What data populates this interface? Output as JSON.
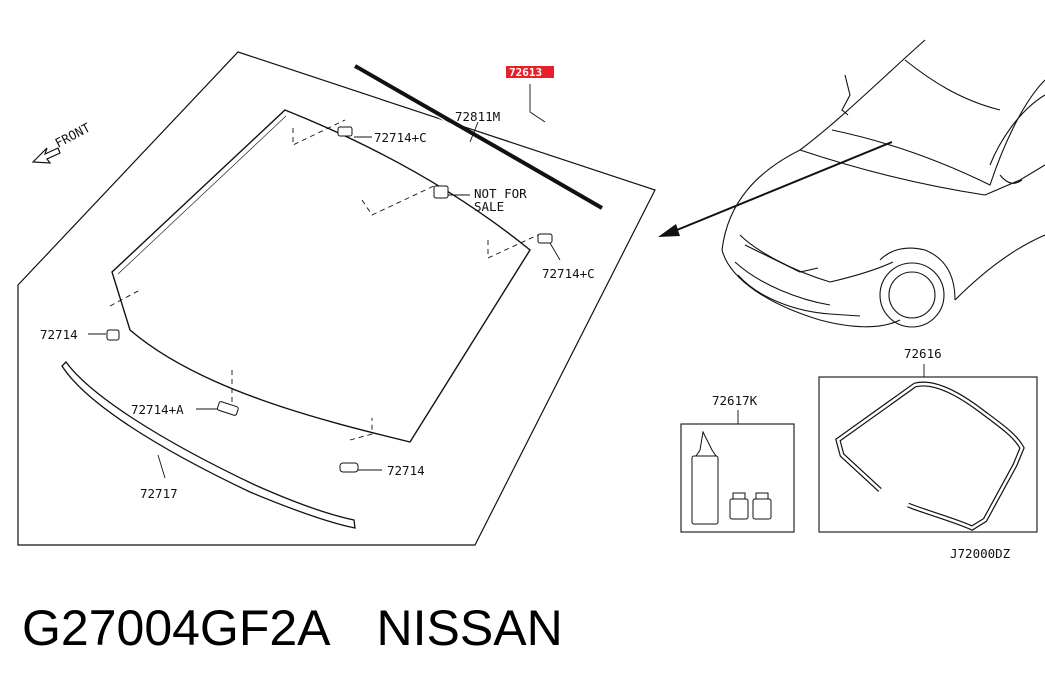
{
  "diagram": {
    "labels": {
      "front": "FRONT",
      "highlighted_part": "72613",
      "molding_top": "72811M",
      "clip_c_upper": "72714+C",
      "not_for_sale_line1": "NOT FOR",
      "not_for_sale_line2": "SALE",
      "clip_c_right": "72714+C",
      "clip_left": "72714",
      "clip_a": "72714+A",
      "clip_bottom": "72714",
      "molding_bottom": "72717",
      "kit": "72617K",
      "seal": "72616",
      "diagram_code": "J72000DZ"
    },
    "highlight_color": "#e8202a"
  },
  "footer": {
    "part_number": "G27004GF2A",
    "brand": "NISSAN"
  }
}
